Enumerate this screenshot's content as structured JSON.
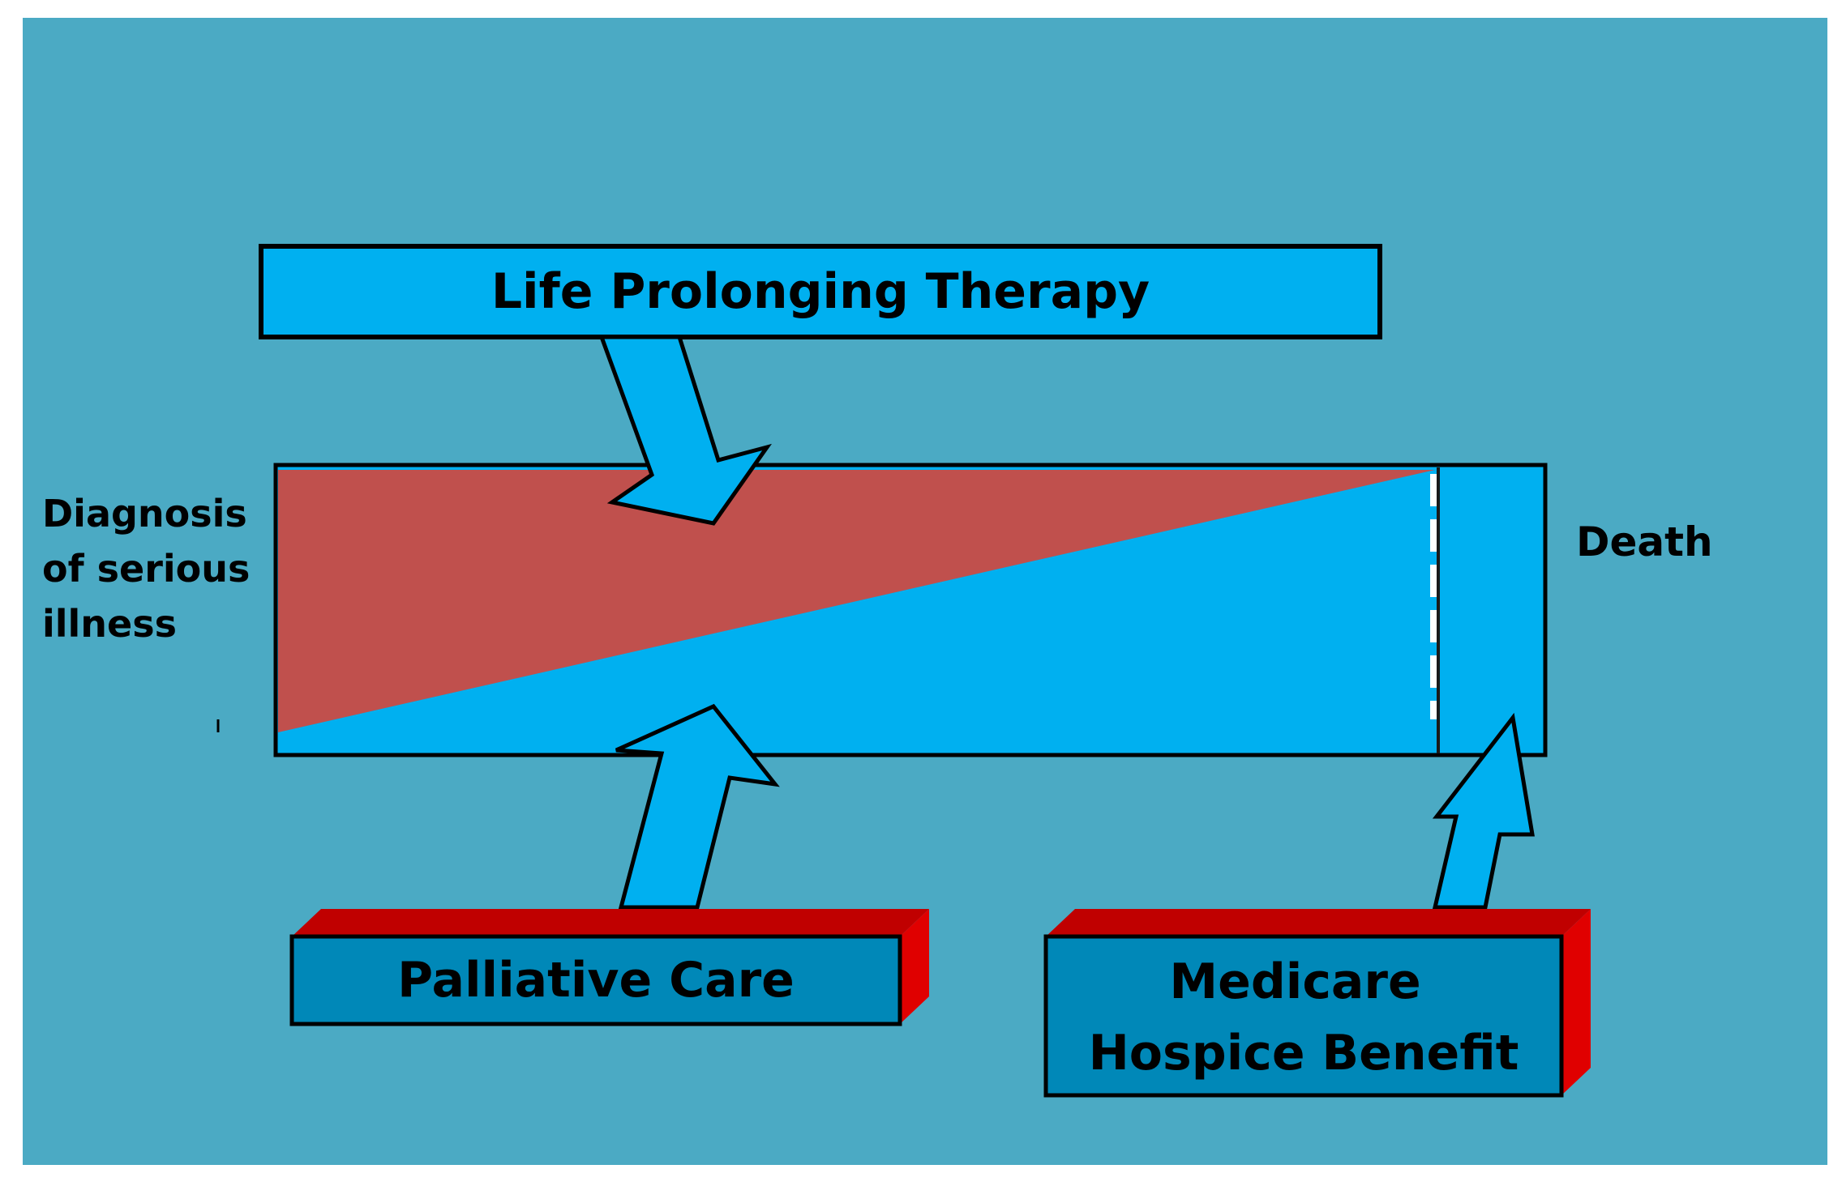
{
  "diagram": {
    "top_box_label": "Life Prolonging Therapy",
    "left_label_lines": [
      "Diagnosis",
      "of serious",
      "illness"
    ],
    "right_label": "Death",
    "bottom_left_box_label": "Palliative Care",
    "bottom_right_box_lines": [
      "Medicare",
      "Hospice Benefit"
    ]
  },
  "colors": {
    "background": "#4BAAC4",
    "therapy_wedge": "#C0504D",
    "palliative_wedge": "#00B0F0",
    "bottom_box_fill": "#0088B8",
    "box_side_red": "#E00000",
    "outline": "#000000"
  }
}
